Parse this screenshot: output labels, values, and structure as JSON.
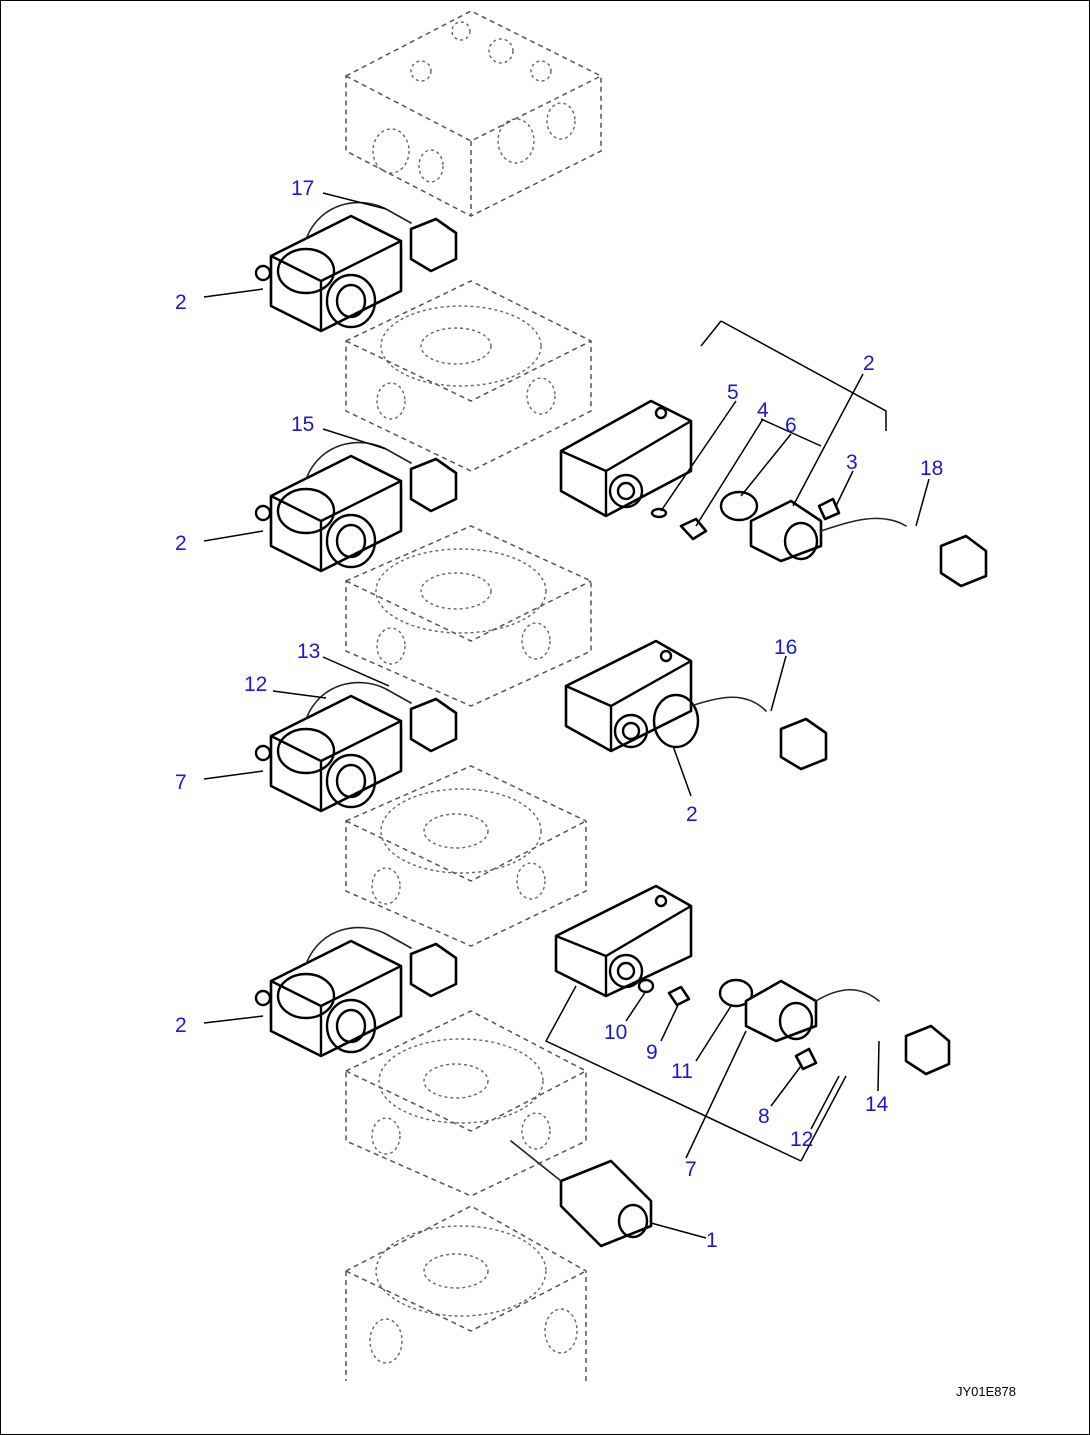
{
  "callouts": [
    {
      "key": "c17",
      "text": "17"
    },
    {
      "key": "c2a",
      "text": "2"
    },
    {
      "key": "c15",
      "text": "15"
    },
    {
      "key": "c2b",
      "text": "2"
    },
    {
      "key": "c13",
      "text": "13"
    },
    {
      "key": "c12a",
      "text": "12"
    },
    {
      "key": "c7a",
      "text": "7"
    },
    {
      "key": "c2c",
      "text": "2"
    },
    {
      "key": "c2r",
      "text": "2"
    },
    {
      "key": "c5",
      "text": "5"
    },
    {
      "key": "c4",
      "text": "4"
    },
    {
      "key": "c6",
      "text": "6"
    },
    {
      "key": "c3",
      "text": "3"
    },
    {
      "key": "c18",
      "text": "18"
    },
    {
      "key": "c16",
      "text": "16"
    },
    {
      "key": "c2m",
      "text": "2"
    },
    {
      "key": "c10",
      "text": "10"
    },
    {
      "key": "c9",
      "text": "9"
    },
    {
      "key": "c11",
      "text": "11"
    },
    {
      "key": "c8",
      "text": "8"
    },
    {
      "key": "c12b",
      "text": "12"
    },
    {
      "key": "c14",
      "text": "14"
    },
    {
      "key": "c7b",
      "text": "7"
    },
    {
      "key": "c1",
      "text": "1"
    }
  ],
  "drawing_code": "JY01E878"
}
